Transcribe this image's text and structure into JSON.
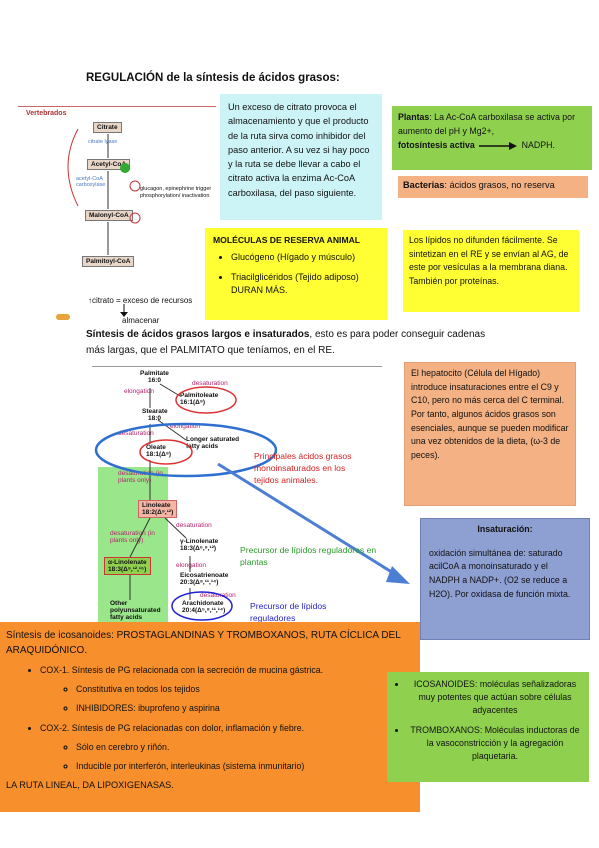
{
  "title": "REGULACIÓN de la síntesis de ácidos grasos:",
  "fig1": {
    "vertebrados": "Vertebrados",
    "citrate": "Citrate",
    "citrate_lyase": "citrate lyase",
    "acetyl_coa": "Acetyl-CoA",
    "acc": "acetyl-CoA carboxylase",
    "glucagon": "glucagon, epinephrine trigger phosphorylation/ inactivation",
    "malonyl": "Malonyl-CoA",
    "palmitoyl": "Palmitoyl-CoA",
    "citrato_note": "↑citrato = exceso de recursos",
    "almacenar": "almacenar"
  },
  "cyan_box": "Un exceso de citrato provoca el almacenamiento y que el producto de la ruta sirva como inhibidor del paso anterior. A su vez si hay poco y la ruta se debe llevar a cabo el citrato activa la enzima Ac-CoA carboxilasa, del paso siguiente.",
  "plantas": {
    "label": "Plantas",
    "text": ": La Ac-CoA carboxilasa se activa por aumento del pH y Mg2+,",
    "foto": "fotosíntesis activa",
    "nadph": "NADPH."
  },
  "bacterias": {
    "label": "Bacterias",
    "text": ": ácidos grasos, no reserva"
  },
  "reserva": {
    "title": "MOLÉCULAS DE RESERVA ANIMAL",
    "item1": "Glucógeno (Hígado y músculo)",
    "item2": "Triacilglicéridos (Tejido adiposo) DURAN MÁS."
  },
  "lipidos_box": "Los lípidos no difunden fácilmente. Se sintetizan en el RE y se envían al AG, de este por vesículas a la membrana diana. También por proteínas.",
  "sintesis_heading": "Síntesis de ácidos grasos largos e insaturados",
  "sintesis_text": ", esto es para poder conseguir cadenas más largas, que el PALMITATO que teníamos, en el RE.",
  "fig2": {
    "palmitate": "Palmitate",
    "p16": "16:0",
    "elongation": "elongation",
    "desaturation": "desaturation",
    "palmitoleate": "Palmitoleate",
    "p161": "16:1(Δ⁹)",
    "stearate": "Stearate",
    "s18": "18:0",
    "desaturation2": "desaturation",
    "elongation2": "elongation",
    "oleate": "Oleate",
    "o181": "18:1(Δ⁹)",
    "longer": "Longer saturated fatty acids",
    "desat_plants": "desaturation (in plants only)",
    "linoleate": "Linoleate",
    "l182": "18:2(Δ⁹,¹²)",
    "desat_plants2": "desaturation (in plants only)",
    "desat3": "desaturation",
    "gamma": "γ-Linolenate",
    "g183": "18:3(Δ⁶,⁹,¹²)",
    "alpha": "α-Linolenate",
    "a183": "18:3(Δ⁹,¹²,¹⁵)",
    "elong3": "elongation",
    "eicosa": "Eicosatrienoate",
    "e203": "20:3(Δ⁸,¹¹,¹⁴)",
    "desat4": "desaturation",
    "arach": "Arachidonate",
    "a204": "20:4(Δ⁵,⁸,¹¹,¹⁴)",
    "other": "Other polyunsaturated fatty acids"
  },
  "notes": {
    "principales": "Principales ácidos grasos monoinsaturados en los tejidos animales.",
    "precursor_plantas": "Precursor de lípidos reguladores en plantas",
    "precursor_reg": "Precursor de lípidos reguladores"
  },
  "hepatocito": "El hepatocito (Célula del Hígado) introduce insaturaciones entre el C9 y C10, pero no más cerca del C terminal. Por tanto, algunos ácidos grasos son esenciales, aunque se pueden modificar una vez obtenidos de la dieta, (ω-3 de peces).",
  "insaturacion": {
    "title": "Insaturación:",
    "text": "oxidación simultánea de: saturado acilCoA a monoinsaturado y el NADPH a NADP+. (O2 se reduce a H2O). Por oxidasa de función mixta."
  },
  "orange": {
    "heading": "Síntesis de icosanoides: PROSTAGLANDINAS Y TROMBOXANOS, RUTA CÍCLICA DEL ARAQUIDÓNICO.",
    "cox1": "COX-1. Síntesis de PG relacionada con la secreción de mucina gástrica.",
    "cox1_a": "Constitutiva en todos los tejidos",
    "cox1_b": "INHIBIDORES: ibuprofeno y aspirina",
    "cox2": "COX-2. Síntesis de PG relacionadas con dolor, inflamación y fiebre.",
    "cox2_a": "Sólo en cerebro y riñón.",
    "cox2_b": "Inducible por interferón, interleukinas (sistema inmunitario)",
    "lineal": "LA RUTA LINEAL, DA LIPOXIGENASAS."
  },
  "green": {
    "item1": "ICOSANOIDES: moléculas señalizadoras muy potentes que actúan sobre células adyacentes",
    "item2": "TROMBOXANOS: Moléculas inductoras de la vasoconstricción y la agregación plaquetaria."
  },
  "colors": {
    "cyan": "#ccf4f6",
    "yellow": "#ffff33",
    "salmon": "#f4b183",
    "lavender": "#8e9fd2",
    "orange": "#f78f2c",
    "green": "#8fd14f",
    "light_green": "#9ae68a"
  }
}
